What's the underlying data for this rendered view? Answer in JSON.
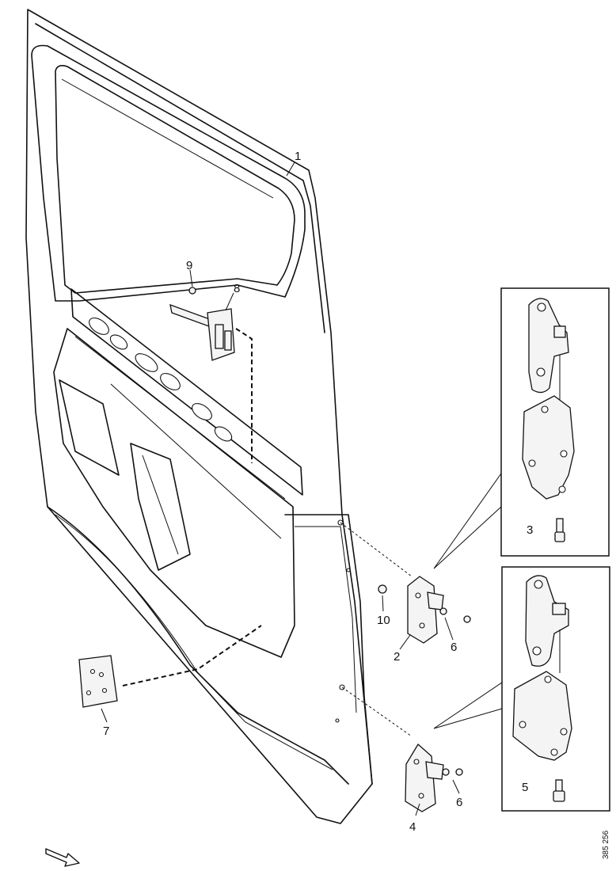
{
  "callouts": {
    "c1": "1",
    "c2": "2",
    "c3": "3",
    "c4": "4",
    "c5": "5",
    "c6a": "6",
    "c6b": "6",
    "c7": "7",
    "c8": "8",
    "c9": "9",
    "c10": "10"
  },
  "reference_code": "385 256",
  "icons": {
    "direction_arrow": "front-direction-arrow-icon"
  }
}
